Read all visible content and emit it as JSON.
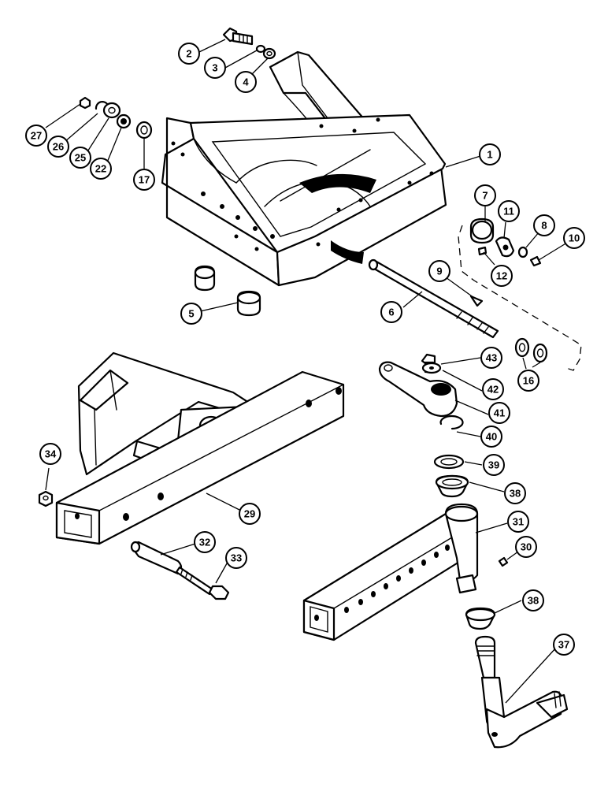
{
  "diagram": {
    "callouts": [
      {
        "id": "c1",
        "label": "1"
      },
      {
        "id": "c2",
        "label": "2"
      },
      {
        "id": "c3",
        "label": "3"
      },
      {
        "id": "c4",
        "label": "4"
      },
      {
        "id": "c5",
        "label": "5"
      },
      {
        "id": "c6",
        "label": "6"
      },
      {
        "id": "c7",
        "label": "7"
      },
      {
        "id": "c8",
        "label": "8"
      },
      {
        "id": "c9",
        "label": "9"
      },
      {
        "id": "c10",
        "label": "10"
      },
      {
        "id": "c11",
        "label": "11"
      },
      {
        "id": "c12",
        "label": "12"
      },
      {
        "id": "c16",
        "label": "16"
      },
      {
        "id": "c17",
        "label": "17"
      },
      {
        "id": "c22",
        "label": "22"
      },
      {
        "id": "c25",
        "label": "25"
      },
      {
        "id": "c26",
        "label": "26"
      },
      {
        "id": "c27",
        "label": "27"
      },
      {
        "id": "c29",
        "label": "29"
      },
      {
        "id": "c30",
        "label": "30"
      },
      {
        "id": "c31",
        "label": "31"
      },
      {
        "id": "c32",
        "label": "32"
      },
      {
        "id": "c33",
        "label": "33"
      },
      {
        "id": "c34",
        "label": "34"
      },
      {
        "id": "c37",
        "label": "37"
      },
      {
        "id": "c38a",
        "label": "38"
      },
      {
        "id": "c38b",
        "label": "38"
      },
      {
        "id": "c39",
        "label": "39"
      },
      {
        "id": "c40",
        "label": "40"
      },
      {
        "id": "c41",
        "label": "41"
      },
      {
        "id": "c42",
        "label": "42"
      },
      {
        "id": "c43",
        "label": "43"
      }
    ]
  }
}
